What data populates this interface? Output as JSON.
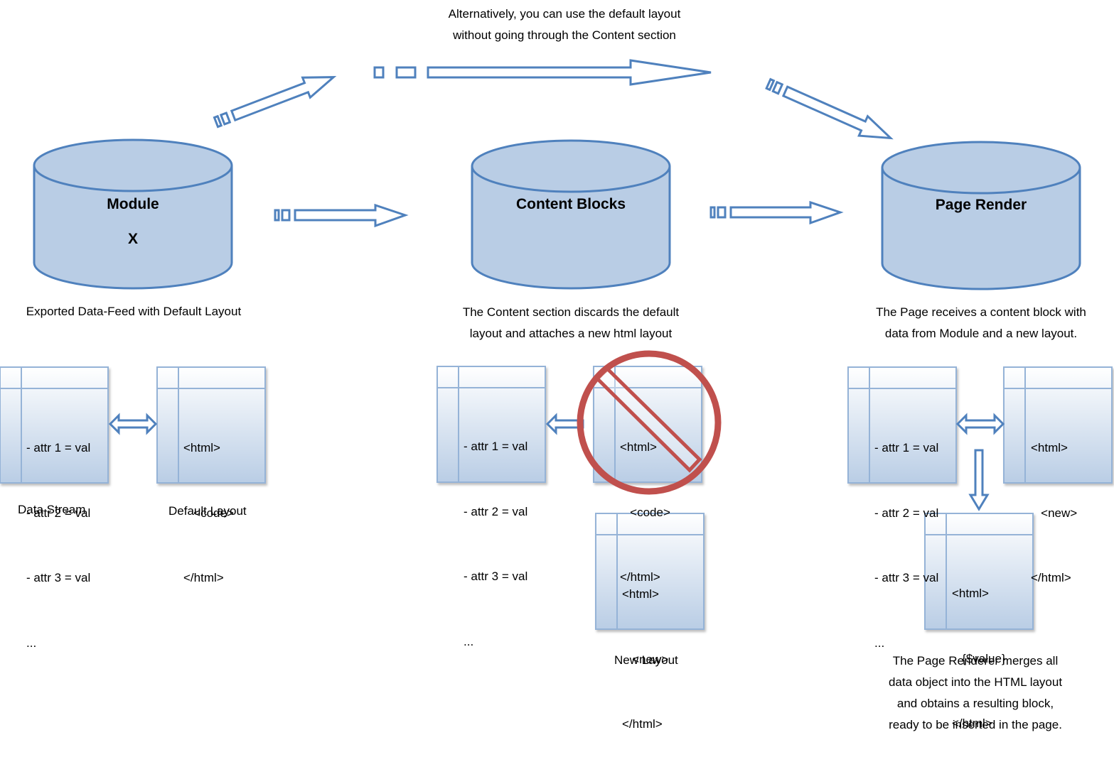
{
  "top_note": {
    "line1": "Alternatively, you can use the default layout",
    "line2": "without going through the Content section"
  },
  "cylinders": {
    "module": {
      "title": "Module",
      "subtitle": "X"
    },
    "content_blocks": {
      "title": "Content Blocks"
    },
    "page_render": {
      "title": "Page Render"
    }
  },
  "captions": {
    "module": "Exported Data-Feed with Default Layout",
    "content_line1": "The Content section discards the default",
    "content_line2": "layout and attaches a new html layout",
    "page_line1": "The Page receives a content block with",
    "page_line2": "data from Module and a new layout."
  },
  "data_stream": {
    "lines": [
      "- attr 1 = val",
      "- attr 2 = val",
      "- attr 3 = val",
      "..."
    ]
  },
  "layouts": {
    "default": [
      "<html>",
      "   <code>",
      "</html>"
    ],
    "new": [
      "<html>",
      "   <new>",
      "</html>"
    ],
    "merged": [
      "<html>",
      "   {$value}",
      "</html>"
    ]
  },
  "labels": {
    "data_stream": "Data Stream",
    "default_layout": "Default Layout",
    "new_layout": "New Layout"
  },
  "renderer_note": {
    "line1": "The Page Renderer merges all",
    "line2": "data object into the HTML layout",
    "line3": "and obtains a resulting block,",
    "line4": "ready to be inserted in the page."
  },
  "colors": {
    "stroke": "#4f81bd",
    "cylinder_fill": "#b9cde5",
    "doc_top": "#ffffff",
    "doc_bottom": "#b9cde5",
    "prohibit": "#c0504d"
  }
}
